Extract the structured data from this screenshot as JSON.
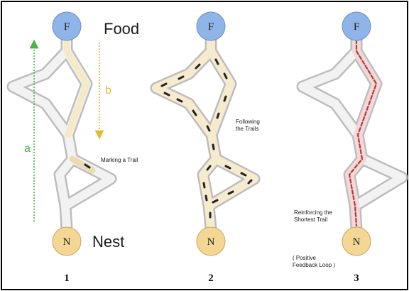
{
  "labels": {
    "food": "Food",
    "nest": "Nest",
    "food_node": "F",
    "nest_node": "N",
    "arrow_a": "a",
    "arrow_b": "b",
    "marking": "Marking a Trail",
    "following_1": "Following",
    "following_2": "the Trails",
    "reinforcing_1": "Reinforcing the",
    "reinforcing_2": "Shortest Trail",
    "feedback_1": "( Positive",
    "feedback_2": "Feedback Loop )"
  },
  "panels": [
    "1",
    "2",
    "3"
  ],
  "colors": {
    "frame": "#000000",
    "food_node": "#8fb5e8",
    "nest_node": "#f4d795",
    "path_outline": "#c0c0c0",
    "path_plain": "#f2f2f2",
    "path_marked": "#f6ebcf",
    "path_reinforced": "#f5dede",
    "trail_reinforced": "#b23a3a",
    "arrow_a": "#45b445",
    "arrow_b": "#e6b830"
  }
}
